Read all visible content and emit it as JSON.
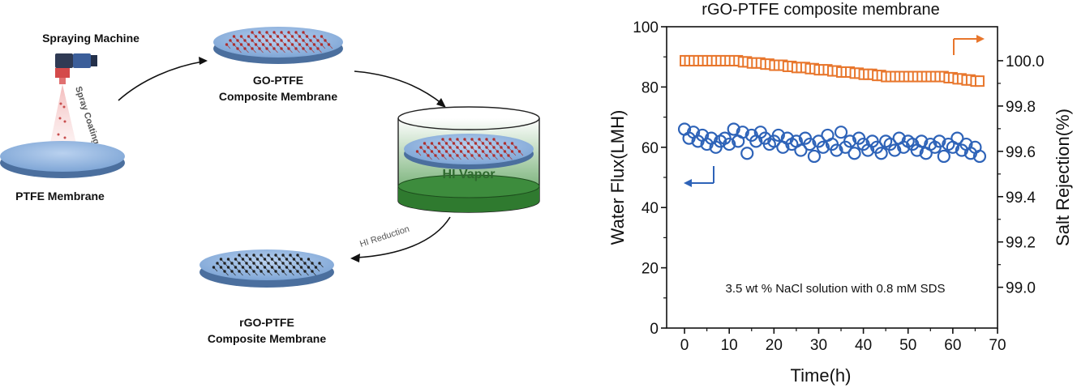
{
  "schematic": {
    "spraying_machine": "Spraying Machine",
    "spray_coating": "Spray Coating",
    "ptfe_membrane": "PTFE Membrane",
    "go_ptfe_line1": "GO-PTFE",
    "go_ptfe_line2": "Composite Membrane",
    "hi_vapor": "HI Vapor",
    "hi_reduction": "HI Reduction",
    "rgo_ptfe_line1": "rGO-PTFE",
    "rgo_ptfe_line2": "Composite Membrane",
    "icons": [
      "spraying-machine-icon",
      "membrane-disc-icon",
      "vapor-chamber-icon",
      "curved-arrow-icon"
    ],
    "colors": {
      "membrane": "#8fb3de",
      "go_dots": "#c0392b",
      "rgo_dots": "#333333",
      "vapor_green": "#2f7a2f"
    }
  },
  "chart_data": {
    "type": "scatter",
    "title": "rGO-PTFE composite membrane",
    "xlabel": "Time(h)",
    "ylabel_left": "Water Flux(LMH)",
    "ylabel_right": "Salt Rejection(%)",
    "annotation": "3.5 wt % NaCl solution with 0.8 mM SDS",
    "xlim": [
      -4,
      70
    ],
    "ylim_left": [
      0,
      100
    ],
    "ylim_right": [
      98.82,
      100.15
    ],
    "x_ticks": [
      0,
      10,
      20,
      30,
      40,
      50,
      60,
      70
    ],
    "y_ticks_left": [
      0,
      20,
      40,
      60,
      80,
      100
    ],
    "y_ticks_right": [
      99.0,
      99.2,
      99.4,
      99.6,
      99.8,
      100.0
    ],
    "y_tick_labels_right": [
      "99.0",
      "99.2",
      "99.4",
      "99.6",
      "99.8",
      "100.0"
    ],
    "series": [
      {
        "axis": "left",
        "marker": "circle",
        "color": "#2e63b8",
        "x": [
          0,
          1,
          2,
          3,
          4,
          5,
          6,
          7,
          8,
          9,
          10,
          11,
          12,
          13,
          14,
          15,
          16,
          17,
          18,
          19,
          20,
          21,
          22,
          23,
          24,
          25,
          26,
          27,
          28,
          29,
          30,
          31,
          32,
          33,
          34,
          35,
          36,
          37,
          38,
          39,
          40,
          41,
          42,
          43,
          44,
          45,
          46,
          47,
          48,
          49,
          50,
          51,
          52,
          53,
          54,
          55,
          56,
          57,
          58,
          59,
          60,
          61,
          62,
          63,
          64,
          65,
          66
        ],
        "y": [
          66,
          63,
          65,
          62,
          64,
          61,
          63,
          60,
          62,
          63,
          61,
          66,
          62,
          65,
          58,
          64,
          62,
          65,
          63,
          61,
          62,
          64,
          60,
          63,
          61,
          62,
          59,
          63,
          61,
          57,
          62,
          60,
          64,
          61,
          59,
          65,
          60,
          62,
          58,
          63,
          61,
          59,
          62,
          60,
          58,
          62,
          61,
          59,
          63,
          60,
          62,
          61,
          59,
          62,
          58,
          61,
          60,
          62,
          57,
          61,
          60,
          63,
          59,
          61,
          58,
          60,
          57
        ]
      },
      {
        "axis": "right",
        "marker": "square",
        "color": "#e8762c",
        "x": [
          0,
          1,
          2,
          3,
          4,
          5,
          6,
          7,
          8,
          9,
          10,
          11,
          12,
          13,
          14,
          15,
          16,
          17,
          18,
          19,
          20,
          21,
          22,
          23,
          24,
          25,
          26,
          27,
          28,
          29,
          30,
          31,
          32,
          33,
          34,
          35,
          36,
          37,
          38,
          39,
          40,
          41,
          42,
          43,
          44,
          45,
          46,
          47,
          48,
          49,
          50,
          51,
          52,
          53,
          54,
          55,
          56,
          57,
          58,
          59,
          60,
          61,
          62,
          63,
          64,
          65,
          66
        ],
        "y": [
          100.0,
          100.0,
          100.0,
          100.0,
          100.0,
          100.0,
          100.0,
          100.0,
          100.0,
          100.0,
          100.0,
          100.0,
          100.0,
          99.995,
          99.995,
          99.99,
          99.99,
          99.99,
          99.985,
          99.985,
          99.98,
          99.98,
          99.98,
          99.975,
          99.975,
          99.97,
          99.97,
          99.97,
          99.965,
          99.965,
          99.96,
          99.96,
          99.96,
          99.955,
          99.955,
          99.95,
          99.95,
          99.95,
          99.945,
          99.945,
          99.94,
          99.94,
          99.94,
          99.935,
          99.935,
          99.93,
          99.93,
          99.93,
          99.93,
          99.93,
          99.93,
          99.93,
          99.93,
          99.93,
          99.93,
          99.93,
          99.93,
          99.93,
          99.93,
          99.925,
          99.925,
          99.92,
          99.92,
          99.915,
          99.915,
          99.91,
          99.91
        ]
      }
    ]
  }
}
